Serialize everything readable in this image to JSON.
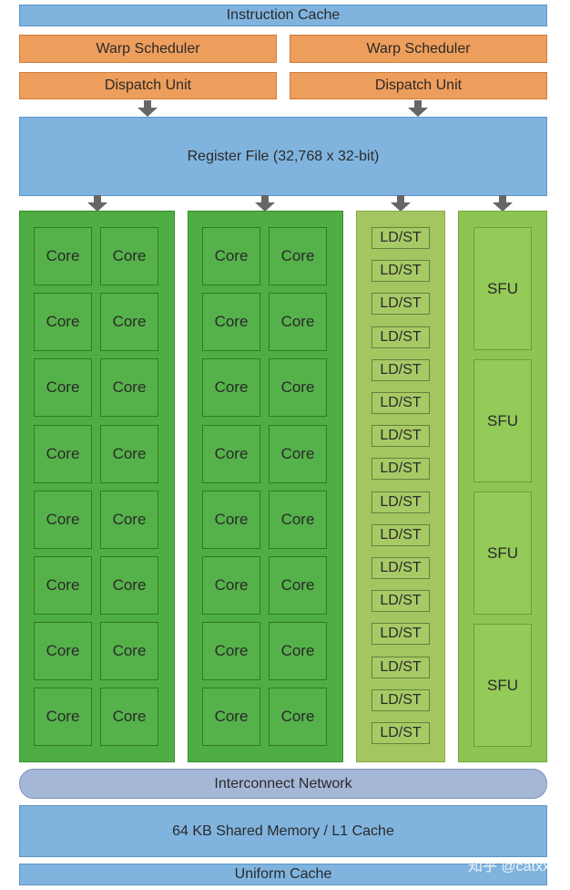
{
  "instruction_cache": "Instruction Cache",
  "warp_scheduler_left": "Warp Scheduler",
  "warp_scheduler_right": "Warp Scheduler",
  "dispatch_unit_left": "Dispatch Unit",
  "dispatch_unit_right": "Dispatch Unit",
  "register_file": "Register File (32,768 x 32-bit)",
  "core_label": "Core",
  "ldst_label": "LD/ST",
  "sfu_label": "SFU",
  "interconnect": "Interconnect Network",
  "shared_memory": "64 KB Shared Memory / L1 Cache",
  "uniform_cache": "Uniform Cache",
  "watermark": "知乎 @catxxx",
  "counts": {
    "core_columns": 2,
    "cores_per_column": 16,
    "ldst_units": 16,
    "sfu_units": 4
  },
  "colors": {
    "cache_blue": "#80b4df",
    "scheduler_orange": "#ee9e5c",
    "core_green": "#4fae43",
    "ldst_green": "#a3c660",
    "sfu_green": "#8cc551",
    "interconnect": "#a5b7d7",
    "arrow": "#666666"
  }
}
